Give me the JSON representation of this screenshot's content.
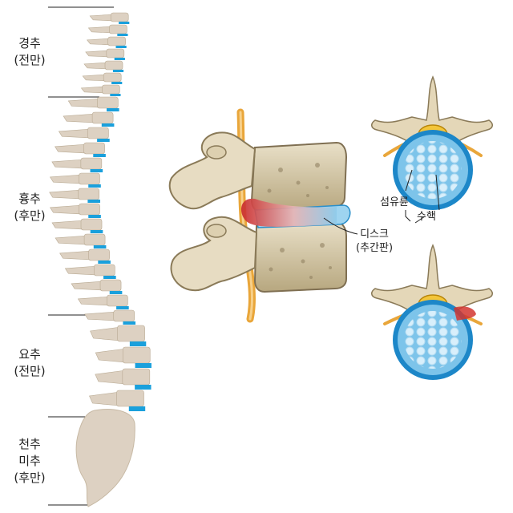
{
  "spine_regions": [
    {
      "name": "경추",
      "curve": "(전만)"
    },
    {
      "name": "흉추",
      "curve": "(후만)"
    },
    {
      "name": "요추",
      "curve": "(전만)"
    },
    {
      "name": "천추",
      "name2": "미추",
      "curve": "(후만)"
    }
  ],
  "disc_label": {
    "line1": "디스크",
    "line2": "(추간판)"
  },
  "disc_parts": {
    "annulus": "섬유륜",
    "nucleus": "수핵"
  },
  "colors": {
    "bone": "#ddd1c2",
    "bone_dark": "#b9aa93",
    "disc_blue": "#1aa0dc",
    "nerve_orange": "#e9a63a",
    "herniation_red": "#d2352f",
    "lines": "#222222"
  }
}
